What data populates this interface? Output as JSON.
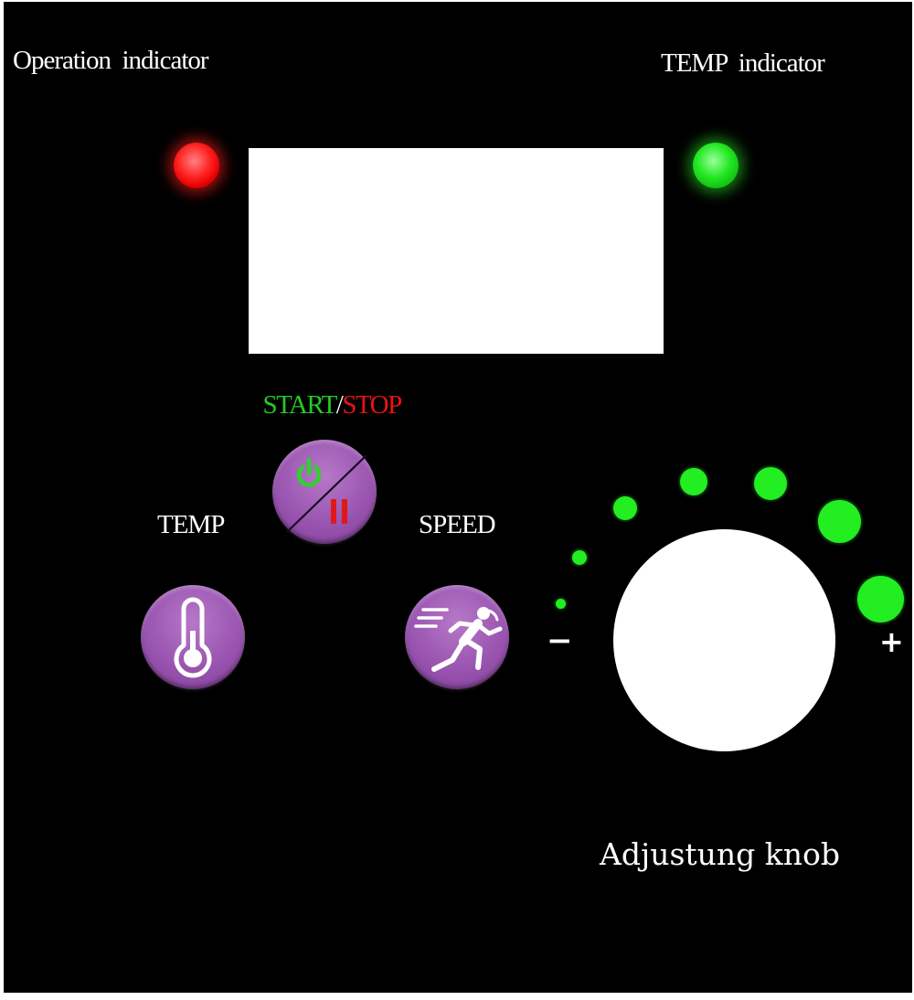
{
  "indicators": {
    "operation_label": "Operation  indicator",
    "temp_label": "TEMP  indicator"
  },
  "start_stop": {
    "start_text": "START",
    "separator": "/",
    "stop_text": "STOP"
  },
  "buttons": {
    "temp_label": "TEMP",
    "speed_label": "SPEED"
  },
  "knob": {
    "minus_symbol": "−",
    "plus_symbol": "+",
    "label": "Adjustung knob"
  },
  "colors": {
    "panel_background": "#000000",
    "operation_led": "#ff2020",
    "temp_led": "#22e822",
    "start_text": "#22cc22",
    "stop_text": "#ee1111",
    "button_purple": "#9a55b0",
    "level_dots": "#22ee22"
  },
  "icons": {
    "power_button": "power-pause-icon",
    "temp_button": "thermometer-icon",
    "speed_button": "running-person-icon"
  }
}
